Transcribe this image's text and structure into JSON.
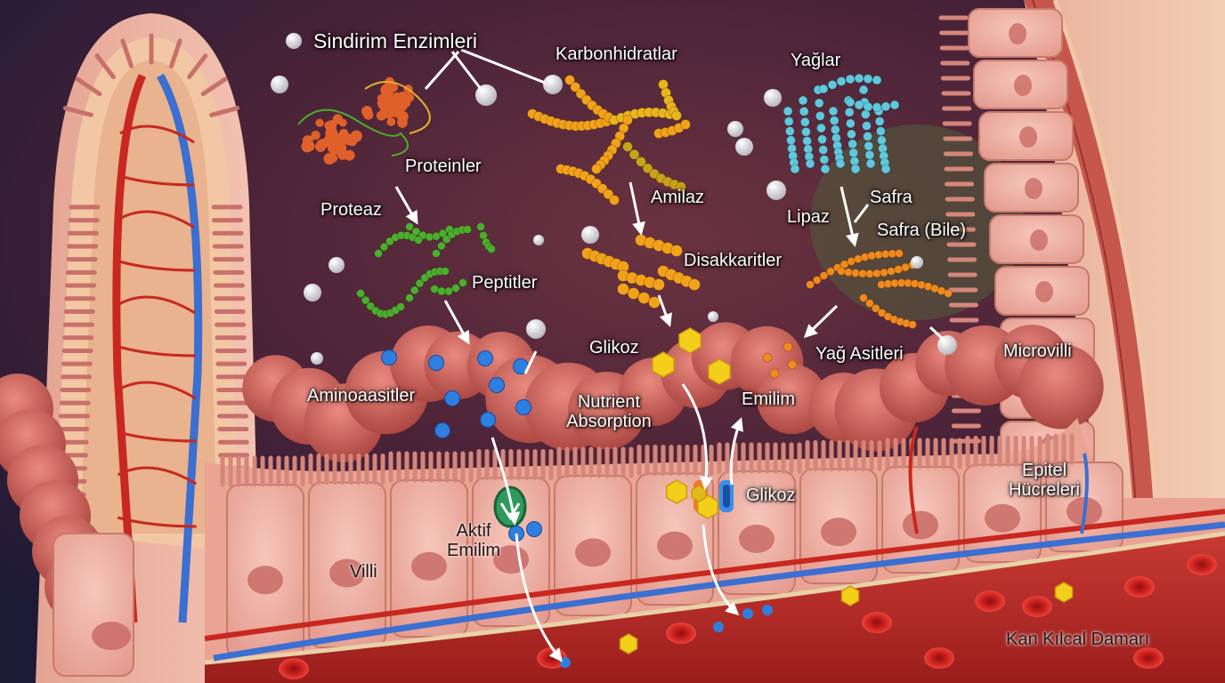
{
  "labels": {
    "sindirim_enzimleri": "Sindirim Enzimleri",
    "karbonhidratlar": "Karbonhidratlar",
    "yaglar": "Yağlar",
    "proteinler": "Proteinler",
    "proteaz": "Proteaz",
    "amilaz": "Amilaz",
    "lipaz": "Lipaz",
    "safra": "Safra",
    "safra_bile": "Safra (Bile)",
    "peptitler": "Peptitler",
    "disakkaritler": "Disakkaritler",
    "glikoz_top": "Glikoz",
    "yag_asitleri": "Yağ Asitleri",
    "microvilli": "Microvilli",
    "aminoasitler": "Aminoaasitler",
    "nutrient_absorption_line1": "Nutrient",
    "nutrient_absorption_line2": "Absorption",
    "emilim": "Emilim",
    "glikoz_bottom": "Glikoz",
    "epitel_line1": "Epitel",
    "epitel_line2": "Hücreleri",
    "aktif_emilim_line1": "Aktif",
    "aktif_emilim_line2": "Emilim",
    "villi": "Villi",
    "kan_kilcal_damari": "Kan Kılcal Damarı"
  },
  "colors": {
    "tissue": "#e9a595",
    "tissue_dark": "#c86f63",
    "cell": "#f0b3a8",
    "nucleus": "#c96b66",
    "capillary_red": "#c8281f",
    "capillary_blue": "#3b6fd1",
    "amino_acid": "#2f7fe0",
    "peptide": "#4cae2d",
    "carbohydrate": "#f2a21a",
    "glucose": "#f3cf1b",
    "fat": "#5fc8dc",
    "fatty_acid": "#f08a1c",
    "protein": "#e0602a",
    "enzyme": "#e9e9ec",
    "background": "#3a2035"
  },
  "icons": [
    "protein-molecule-icon",
    "enzyme-sphere-icon",
    "glucose-hexagon-icon",
    "amino-acid-dot-icon",
    "red-blood-cell-icon",
    "transport-protein-icon"
  ]
}
